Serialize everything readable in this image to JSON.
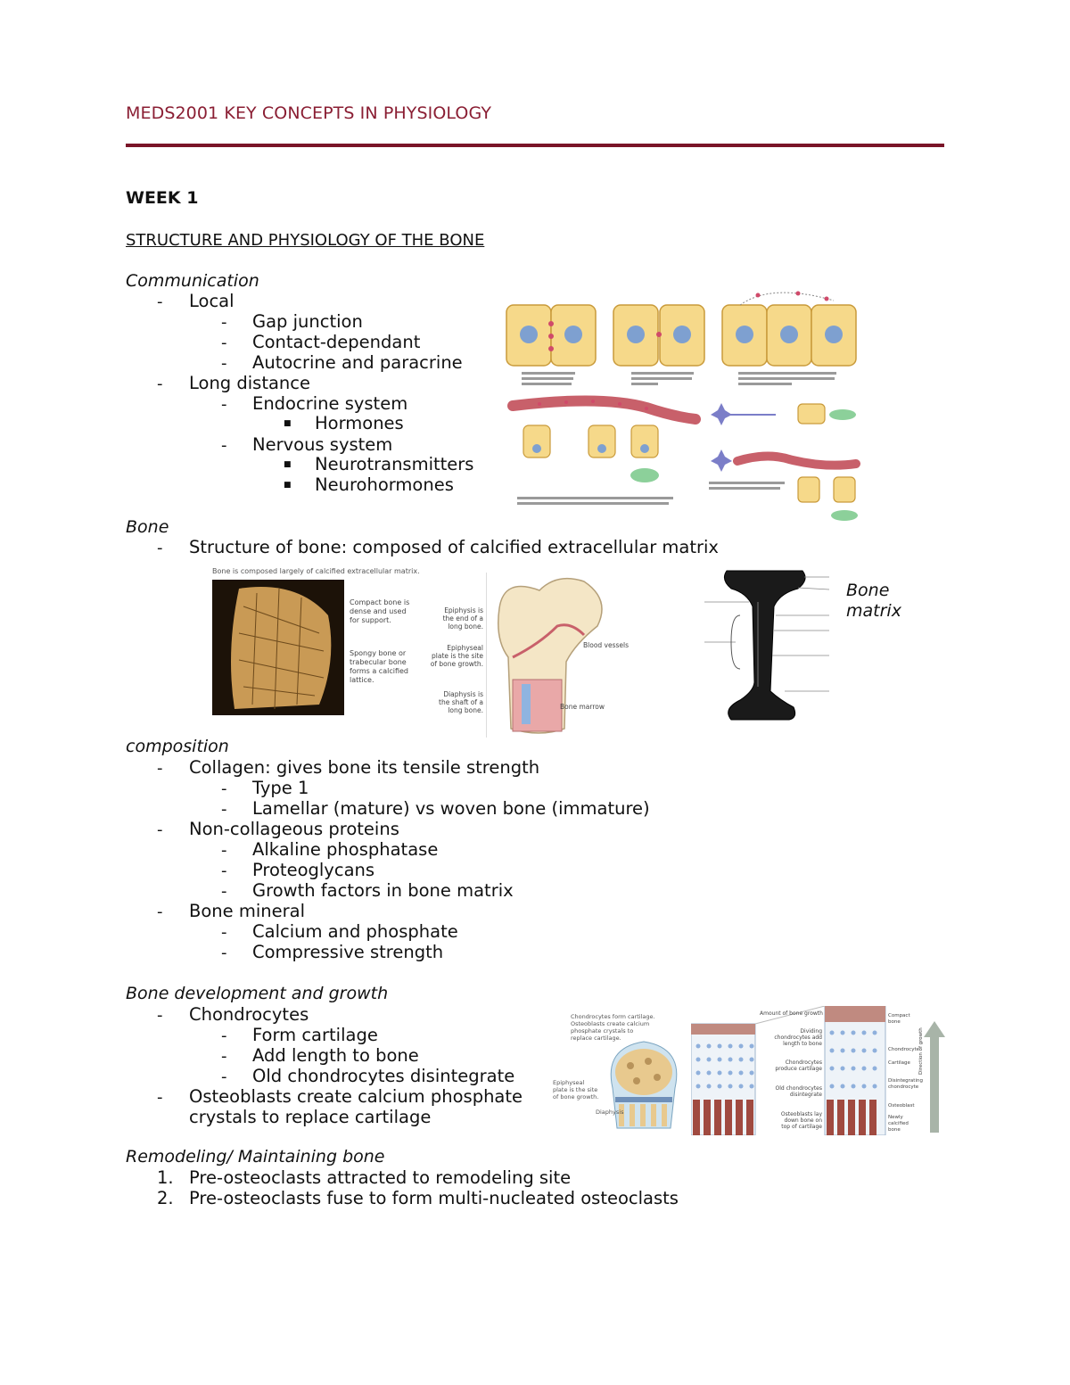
{
  "header": {
    "course": "MEDS2001 KEY CONCEPTS IN PHYSIOLOGY"
  },
  "week": "WEEK 1",
  "title": "STRUCTURE AND PHYSIOLOGY OF THE BONE",
  "colors": {
    "accent": "#7a1428",
    "header_text": "#8a1e33"
  },
  "communication": {
    "heading": "Communication",
    "local": "Local",
    "local_items": [
      "Gap junction",
      "Contact-dependant",
      "Autocrine and paracrine"
    ],
    "long": "Long distance",
    "endocrine": "Endocrine system",
    "endocrine_items": [
      "Hormones"
    ],
    "nervous": "Nervous system",
    "nervous_items": [
      "Neurotransmitters",
      "Neurohormones"
    ]
  },
  "bone": {
    "heading": "Bone",
    "structure": "Structure of bone: composed of calcified extracellular matrix",
    "figure_caption": "Bone is composed largely of calcified extracellular matrix.",
    "compact_label": "Compact bone is dense and used for support.",
    "spongy_label": "Spongy bone or trabecular bone forms a calcified lattice.",
    "epiphysis_label": "Epiphysis is the end of a long bone.",
    "plate_label": "Epiphyseal plate is the site of bone growth.",
    "diaphysis_label": "Diaphysis is the shaft of a long bone.",
    "vessels_label": "Blood vessels",
    "marrow_label": "Bone marrow",
    "matrix_note": [
      "Bone",
      "matrix"
    ]
  },
  "composition": {
    "heading": "composition",
    "collagen": "Collagen: gives bone its tensile strength",
    "collagen_items": [
      "Type 1",
      "Lamellar (mature) vs woven bone (immature)"
    ],
    "noncollagen": "Non-collageous proteins",
    "noncollagen_items": [
      "Alkaline phosphatase",
      "Proteoglycans",
      "Growth factors in bone matrix"
    ],
    "mineral": "Bone mineral",
    "mineral_items": [
      "Calcium and phosphate",
      "Compressive strength"
    ]
  },
  "development": {
    "heading": "Bone development and growth",
    "chondro": "Chondrocytes",
    "chondro_items": [
      "Form cartilage",
      "Add length to bone",
      "Old chondrocytes disintegrate"
    ],
    "osteo": [
      "Osteoblasts create calcium phosphate",
      "crystals to replace cartilage"
    ],
    "fig_caption": "Chondrocytes form cartilage. Osteoblasts create calcium phosphate crystals to replace cartilage.",
    "fig_plate": "Epiphyseal plate is the site of bone growth.",
    "fig_diaphysis": "Diaphysis",
    "fig_amount": "Amount of bone growth",
    "fig_dividing": "Dividing chondrocytes add length to bone",
    "fig_produce": "Chondrocytes produce cartilage",
    "fig_old": "Old chondrocytes disintegrate",
    "fig_osteoblasts": "Osteoblasts lay down bone on top of cartilage",
    "fig_direction": "Direction of growth",
    "fig_right": [
      "Compact bone",
      "Chondrocyte",
      "Cartilage",
      "Disintegrating chondrocyte",
      "Osteoblast",
      "Newly calcified bone"
    ]
  },
  "remodeling": {
    "heading": "Remodeling/ Maintaining bone",
    "items": [
      "Pre-osteoclasts attracted to remodeling site",
      "Pre-osteoclasts fuse to form multi-nucleated osteoclasts"
    ]
  }
}
